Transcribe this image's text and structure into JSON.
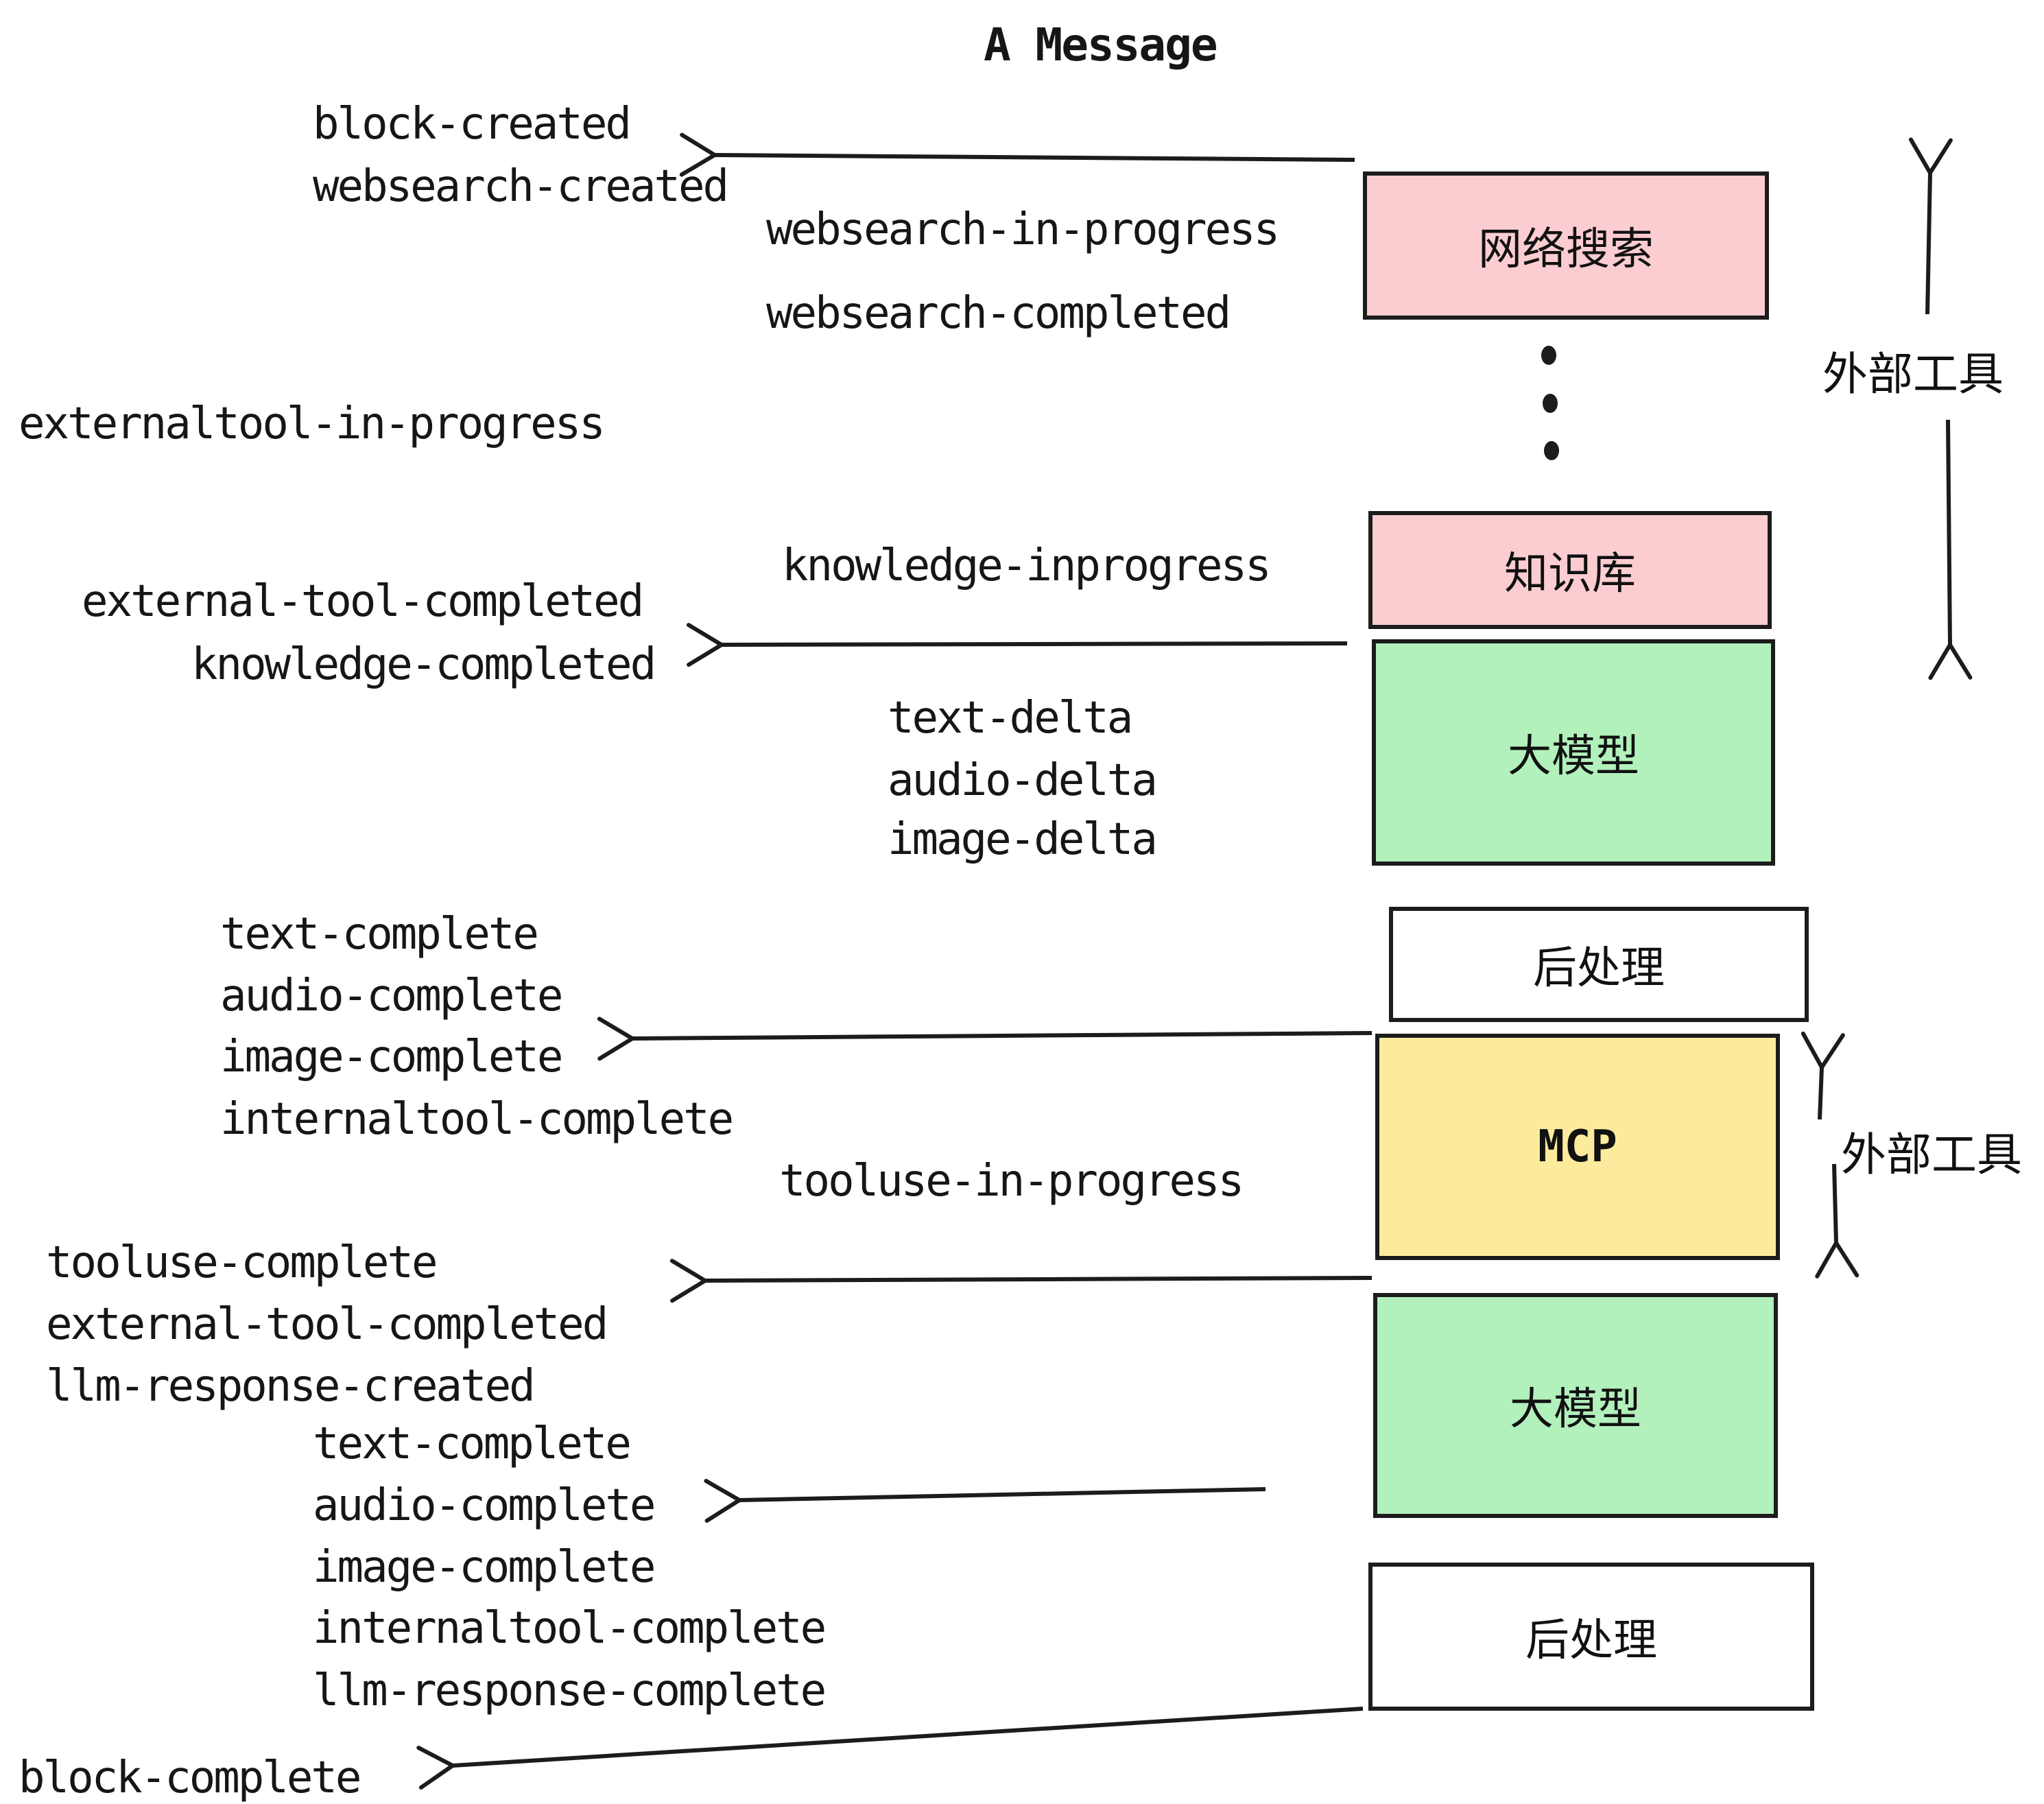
{
  "title": "A Message",
  "colors": {
    "pink": "#fbcdd1",
    "green": "#b2f0bc",
    "yellow": "#fdeb9d",
    "white": "#ffffff",
    "ink": "#1c1c1c"
  },
  "boxes": {
    "websearch": {
      "label": "网络搜索",
      "fill": "pink"
    },
    "knowledge": {
      "label": "知识库",
      "fill": "pink"
    },
    "llm_top": {
      "label": "大模型",
      "fill": "green"
    },
    "post_top": {
      "label": "后处理",
      "fill": "white"
    },
    "mcp": {
      "label": "MCP",
      "fill": "yellow"
    },
    "llm_bottom": {
      "label": "大模型",
      "fill": "green"
    },
    "post_bottom": {
      "label": "后处理",
      "fill": "white"
    }
  },
  "side_labels": {
    "external_tool_top": "外部工具",
    "external_tool_bottom": "外部工具"
  },
  "events": {
    "block_created": "block-created",
    "websearch_created": "websearch-created",
    "websearch_in_progress": "websearch-in-progress",
    "websearch_completed": "websearch-completed",
    "externaltool_in_progress": "externaltool-in-progress",
    "knowledge_inprogress": "knowledge-inprogress",
    "external_tool_completed": "external-tool-completed",
    "knowledge_completed": "knowledge-completed",
    "text_delta": "text-delta",
    "audio_delta": "audio-delta",
    "image_delta": "image-delta",
    "text_complete": "text-complete",
    "audio_complete": "audio-complete",
    "image_complete": "image-complete",
    "internaltool_complete": "internaltool-complete",
    "tooluse_in_progress": "tooluse-in-progress",
    "tooluse_complete": "tooluse-complete",
    "external_tool_completed_2": "external-tool-completed",
    "llm_response_created": "llm-response-created",
    "text_complete_2": "text-complete",
    "audio_complete_2": "audio-complete",
    "image_complete_2": "image-complete",
    "internaltool_complete_2": "internaltool-complete",
    "llm_response_complete": "llm-response-complete",
    "block_complete": "block-complete"
  }
}
